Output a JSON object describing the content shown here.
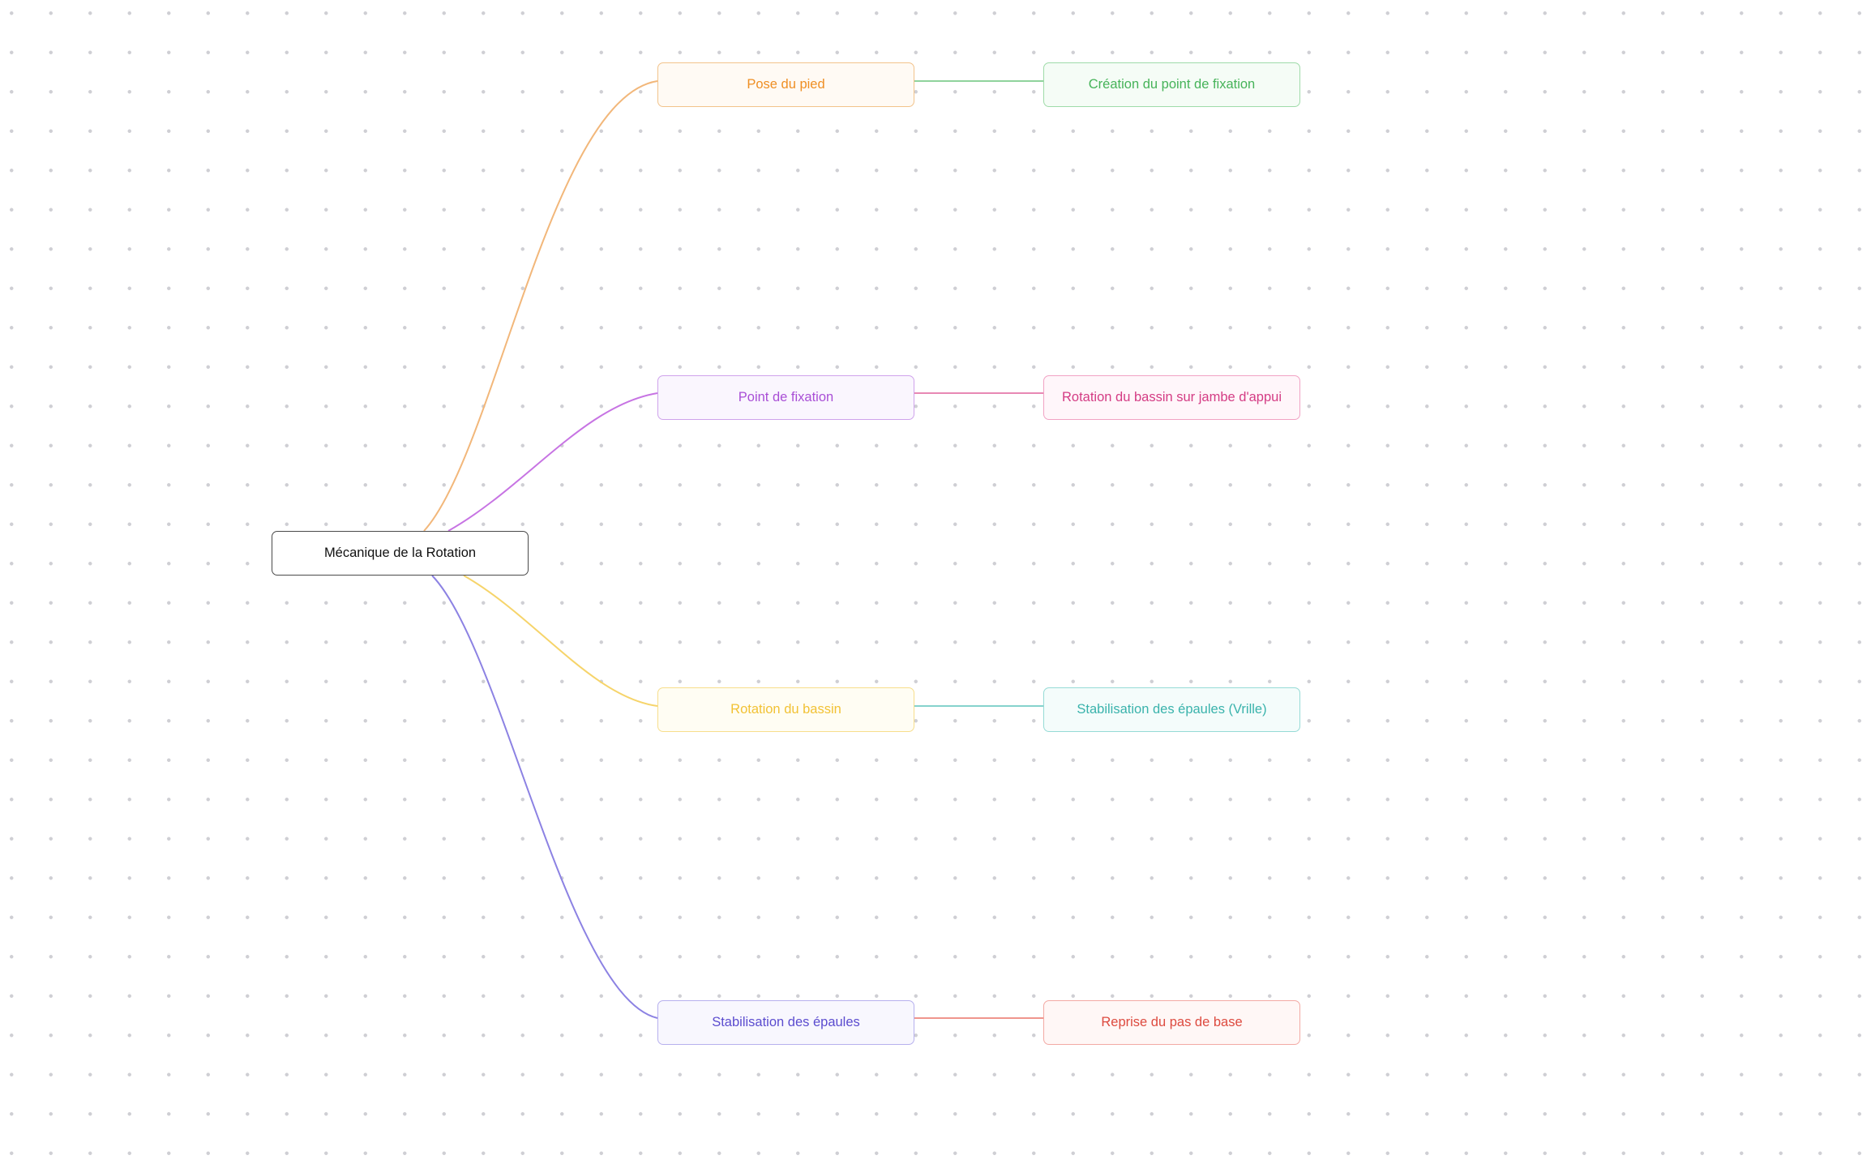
{
  "mindmap": {
    "root": {
      "label": "Mécanique de la Rotation"
    },
    "branches": [
      {
        "label": "Pose du pied",
        "color": "#ef8f24",
        "child": {
          "label": "Création du point de fixation",
          "color": "#46b359"
        }
      },
      {
        "label": "Point de fixation",
        "color": "#a94fd6",
        "child": {
          "label": "Rotation du bassin sur jambe d'appui",
          "color": "#d43c84"
        }
      },
      {
        "label": "Rotation du bassin",
        "color": "#f2c235",
        "child": {
          "label": "Stabilisation des épaules (Vrille)",
          "color": "#3ab3ac"
        }
      },
      {
        "label": "Stabilisation des épaules",
        "color": "#5b4ccf",
        "child": {
          "label": "Reprise du pas de base",
          "color": "#dd4a3f"
        }
      }
    ]
  }
}
